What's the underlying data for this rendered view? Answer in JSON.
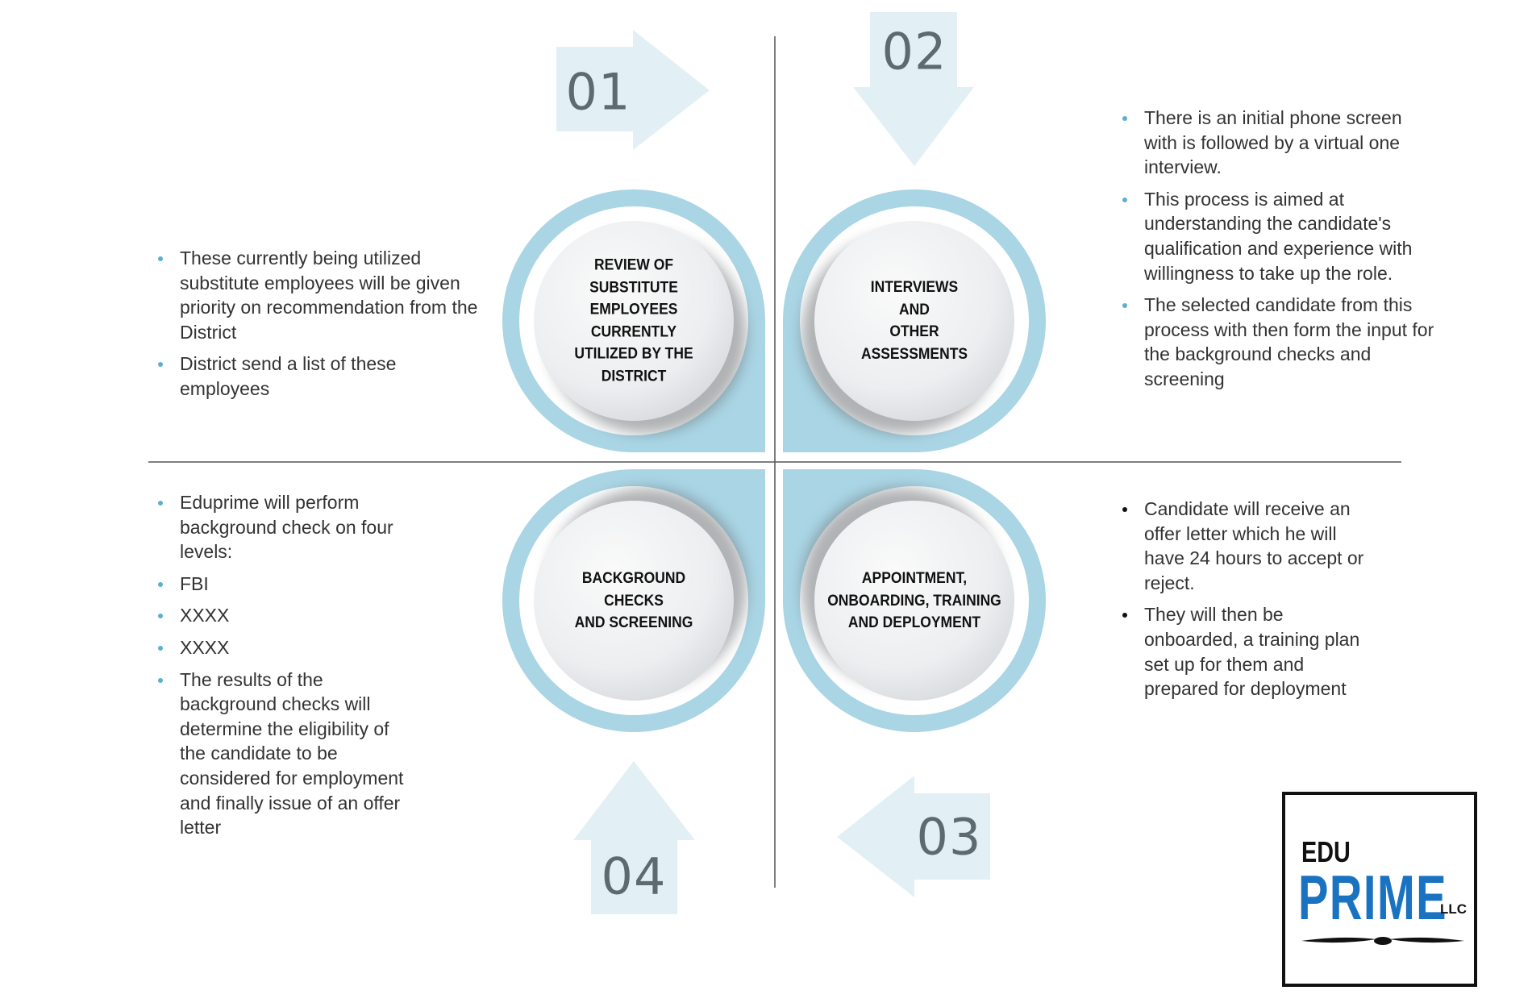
{
  "colors": {
    "ring": "#a9d5e5",
    "arrow": "#e2f0f6",
    "number": "#5d6a72",
    "bullet": "#5bb0d0",
    "logo_blue": "#1a73c0"
  },
  "steps": [
    {
      "number": "01",
      "title": [
        "REVIEW OF",
        "SUBSTITUTE",
        "EMPLOYEES",
        "CURRENTLY",
        "UTILIZED BY THE",
        "DISTRICT"
      ],
      "bullets": [
        "These currently being utilized substitute employees will be given priority on recommendation from the District",
        "District send a list of these employees"
      ]
    },
    {
      "number": "02",
      "title": [
        "INTERVIEWS",
        "AND",
        "OTHER",
        "ASSESSMENTS"
      ],
      "bullets": [
        "There is an initial phone screen with is followed by a virtual one interview.",
        "This process is aimed at understanding the candidate's qualification and experience with willingness to take up the role.",
        "The selected candidate from this process with then form the input for the background checks and screening"
      ]
    },
    {
      "number": "03",
      "title": [
        "APPOINTMENT,",
        "ONBOARDING, TRAINING",
        "AND DEPLOYMENT"
      ],
      "bullets": [
        "Candidate will receive an offer letter which he will have 24 hours to accept or reject.",
        "They will then be onboarded, a training plan set up for them and prepared for deployment"
      ]
    },
    {
      "number": "04",
      "title": [
        "BACKGROUND",
        "CHECKS",
        "AND SCREENING"
      ],
      "bullets": [
        "Eduprime will perform background check on four levels:",
        "FBI",
        "XXXX",
        "XXXX",
        "The results of the background checks will determine the eligibility of the candidate to be considered for employment and finally issue of an offer letter"
      ]
    }
  ],
  "logo": {
    "line1": "EDU",
    "line2": "PRIME",
    "suffix": "LLC"
  }
}
